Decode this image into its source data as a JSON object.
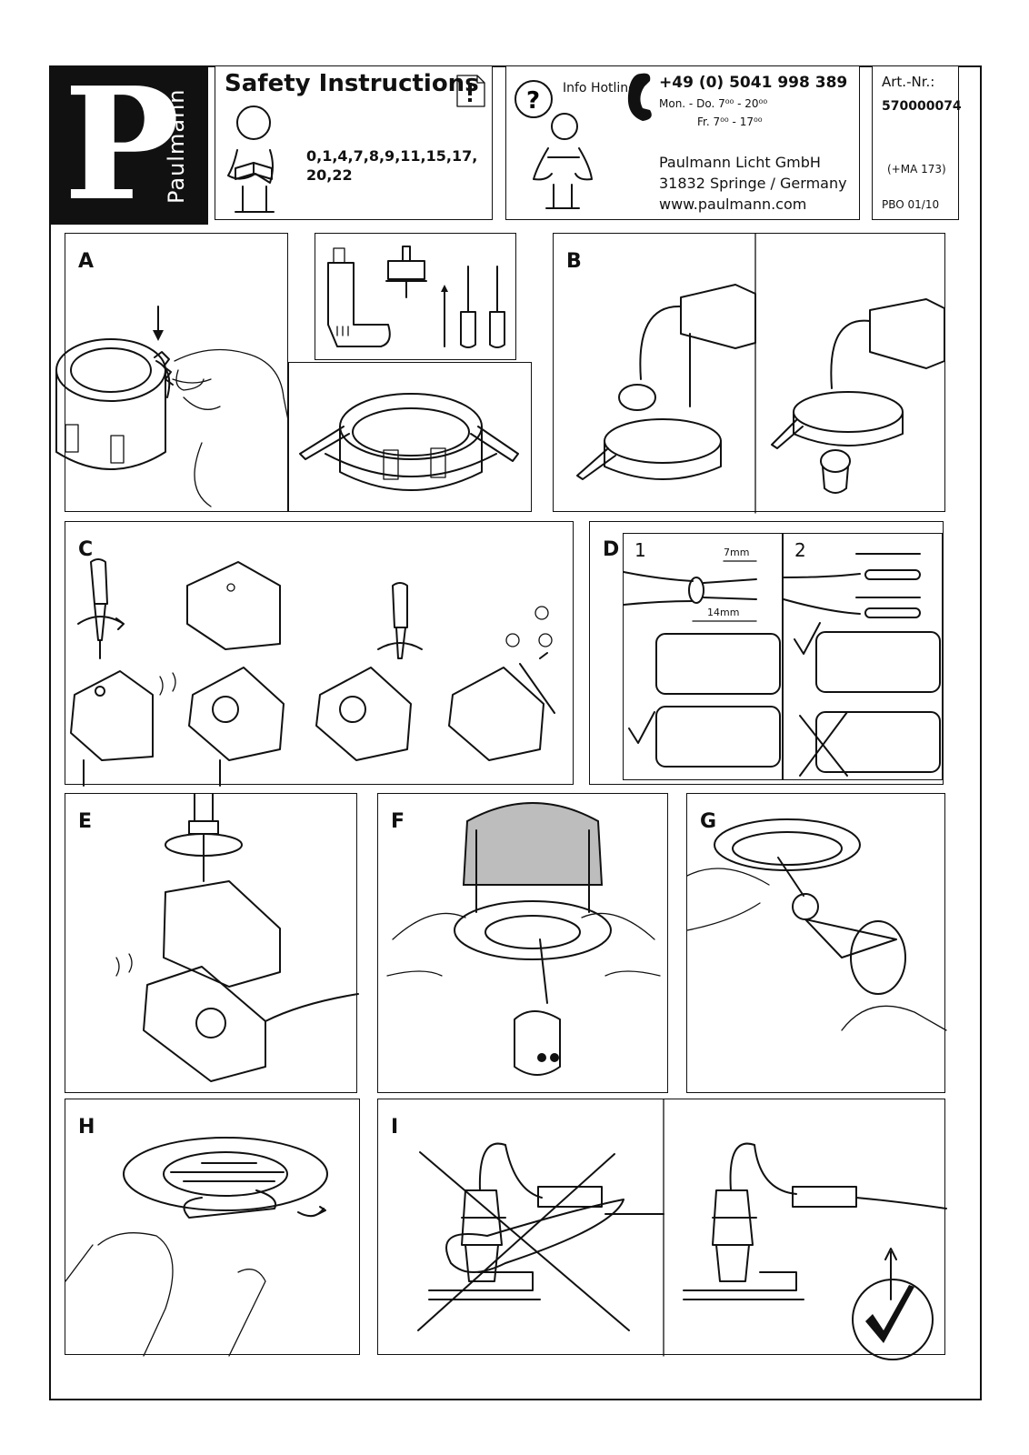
{
  "header": {
    "brand": "Paulmann",
    "logo_letter": "P",
    "safety_title": "Safety Instructions",
    "safety_codes": "0,1,4,7,8,9,11,15,17, 20,22",
    "hotline_label": "Info Hotline",
    "hotline_phone": "+49 (0) 5041 998 389",
    "hours_weekday": "Mon. - Do. 7⁰⁰ - 20⁰⁰",
    "hours_friday": "Fr. 7⁰⁰ - 17⁰⁰",
    "company": "Paulmann Licht GmbH",
    "address": "31832 Springe / Germany",
    "website": "www.paulmann.com",
    "art_label": "Art.-Nr.:",
    "art_number": "570000074",
    "ma_code": "(+MA 173)",
    "pbo_code": "PBO 01/10"
  },
  "panels": {
    "a": "A",
    "b": "B",
    "c": "C",
    "d": "D",
    "e": "E",
    "f": "F",
    "g": "G",
    "h": "H",
    "i": "I"
  },
  "panel_d": {
    "step1": "1",
    "step2": "2",
    "strip_short": "7mm",
    "strip_long": "14mm"
  },
  "icons": [
    "book-reader-icon",
    "question-person-icon",
    "phone-icon",
    "document-warning-icon",
    "checkmark-icon",
    "cross-icon"
  ]
}
